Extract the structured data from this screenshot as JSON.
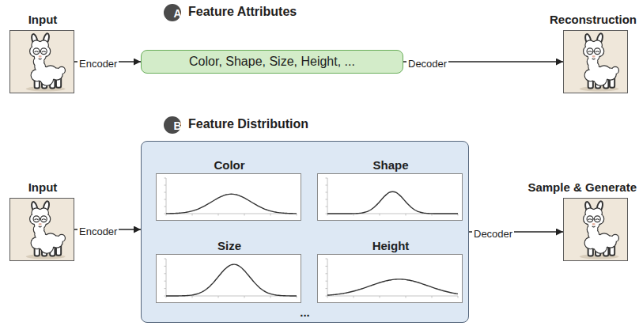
{
  "diagram": {
    "nodes": [
      {
        "text": [
          "Input"
        ]
      },
      {
        "text": [
          "A"
        ]
      },
      {
        "text": [
          "Color, Shape, Size, Height, ..."
        ]
      },
      {
        "text": [
          "Reconstruction"
        ]
      },
      {
        "text": [
          "Input"
        ]
      },
      {
        "text": [
          "B"
        ]
      },
      {
        "text": [
          "..."
        ]
      },
      {
        "text": [
          "Color"
        ],
        "in": 6
      },
      {
        "text": [
          "Shape"
        ],
        "in": 6
      },
      {
        "text": [
          "Size"
        ],
        "in": 6
      },
      {
        "text": [
          "Height"
        ],
        "in": 6
      },
      {
        "text": [
          "Sample & Generate"
        ]
      }
    ],
    "edges": [
      {
        "from": 0,
        "to": 2,
        "arrow": "to",
        "label": "Encoder"
      },
      {
        "from": 2,
        "to": 3,
        "arrow": "to",
        "label": "Decoder"
      },
      {
        "from": 4,
        "to": 6,
        "arrow": "to",
        "label": "Encoder"
      },
      {
        "from": 6,
        "to": 11,
        "arrow": "to",
        "label": "Decoder"
      }
    ],
    "labels": [
      "Feature Attributes",
      "Feature Distribution"
    ]
  }
}
